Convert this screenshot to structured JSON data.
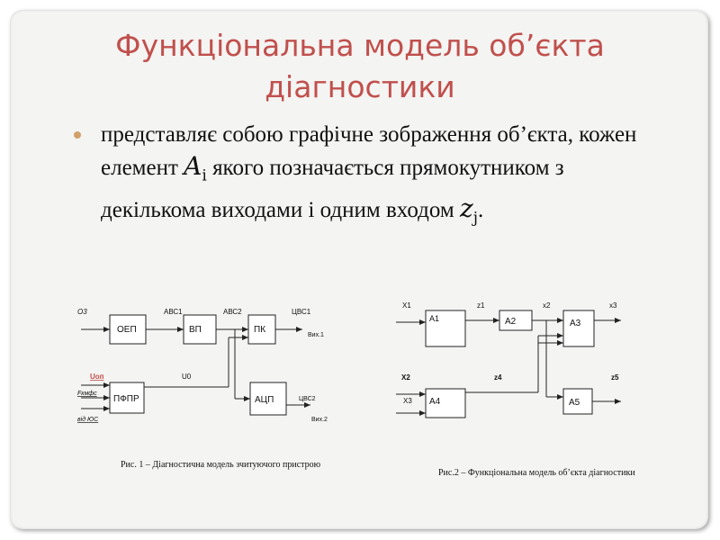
{
  "slide": {
    "title_line1": "Функціональна модель об’єкта",
    "title_line2": "діагностики",
    "bullet": {
      "part1": "представляє собою графічне зображення об’єкта, кожен елемент ",
      "var_a": "A",
      "var_a_sub": "i",
      "part2": " якого позначається прямокутником з декількома виходами і одним входом ",
      "var_z": "z",
      "var_z_sub": "j",
      "part3": "."
    }
  },
  "fig1": {
    "caption": "Рис. 1 – Діагностична модель зчитуючого пристрою",
    "blocks": {
      "oep": "ОЕП",
      "vp": "ВП",
      "pk": "ПК",
      "pfpr": "ПФПР",
      "acp": "АЦП"
    },
    "labels": {
      "o3": "О3",
      "abc1": "АВС1",
      "abc2": "АВС2",
      "cbc1": "ЦВС1",
      "vyx1": "Вих.1",
      "uop": "Uоп",
      "u0": "U0",
      "fkmfs": "Fкмфс",
      "vidios": "від ЮС",
      "cbc2": "ЦВС2",
      "vyx2": "Вих.2"
    }
  },
  "fig2": {
    "caption": "Рис.2 – Функціональна модель об’єкта діагностики",
    "blocks": {
      "a1": "A1",
      "a2": "A2",
      "a3": "A3",
      "a4": "A4",
      "a5": "A5"
    },
    "labels": {
      "x1": "X1",
      "z1": "z1",
      "x2top": "x2",
      "x3top": "x3",
      "x2": "X2",
      "x3": "X3",
      "z4": "z4",
      "z5": "z5"
    }
  },
  "colors": {
    "title": "#c0504d",
    "bullet": "#d2a06a",
    "line": "#222222"
  }
}
